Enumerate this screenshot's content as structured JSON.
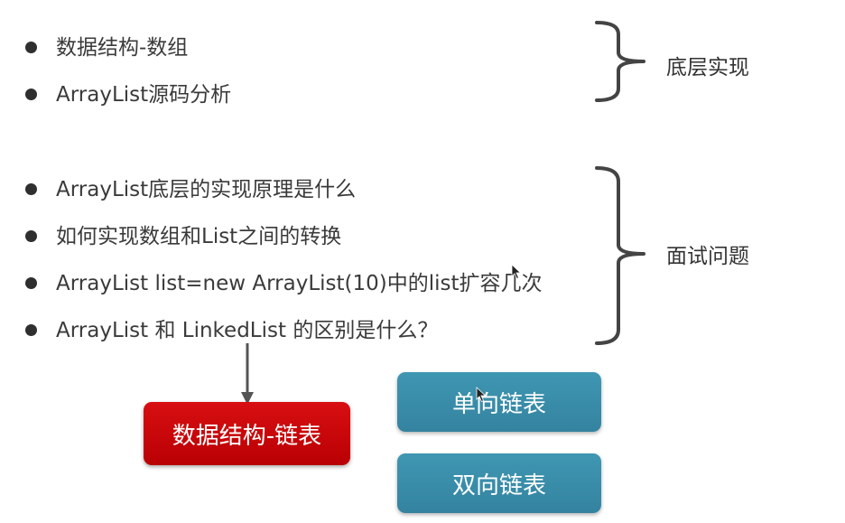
{
  "section_underlying": {
    "items": [
      "数据结构-数组",
      "ArrayList源码分析"
    ],
    "label": "底层实现"
  },
  "section_interview": {
    "items": [
      "ArrayList底层的实现原理是什么",
      "如何实现数组和List之间的转换",
      "ArrayList list=new ArrayList(10)中的list扩容几次",
      "ArrayList 和 LinkedList 的区别是什么？"
    ],
    "label": "面试问题"
  },
  "boxes": {
    "linked_list": "数据结构-链表",
    "singly": "单向链表",
    "doubly": "双向链表"
  },
  "colors": {
    "red_box": "#c8060a",
    "teal_box": "#3a8ea9",
    "brace": "#444444"
  }
}
